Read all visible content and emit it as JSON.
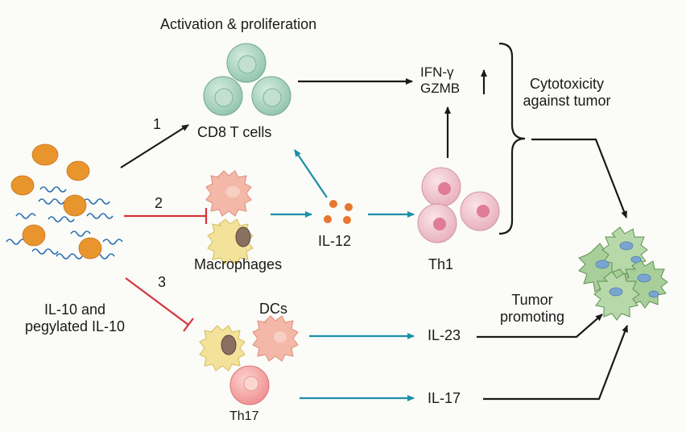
{
  "labels": {
    "activation": "Activation & proliferation",
    "cd8": "CD8 T cells",
    "ifng": "IFN-γ",
    "gzmb": "GZMB",
    "cytotoxicity": "Cytotoxicity against tumor",
    "num1": "1",
    "num2": "2",
    "num3": "3",
    "il10": "IL-10 and pegylated IL-10",
    "macrophages": "Macrophages",
    "il12": "IL-12",
    "th1": "Th1",
    "dcs": "DCs",
    "tumor_promoting": "Tumor promoting",
    "il23": "IL-23",
    "th17": "Th17",
    "il17": "IL-17"
  },
  "colors": {
    "black_arrow": "#1a1a1a",
    "blue_arrow": "#1b8fa8",
    "red_inhibit": "#d8333a",
    "il10_molecule": "#e8952e",
    "peg_chain": "#2b6fb3",
    "cd8_cell": "#a9d3bf",
    "macrophage": "#f3b8a8",
    "dc_yellow": "#f2e29a",
    "th1_cell": "#f2c6cf",
    "th17_cell": "#f59a9a",
    "tumor": "#a8cf9a",
    "tumor_nucleus": "#7aa5cf"
  }
}
